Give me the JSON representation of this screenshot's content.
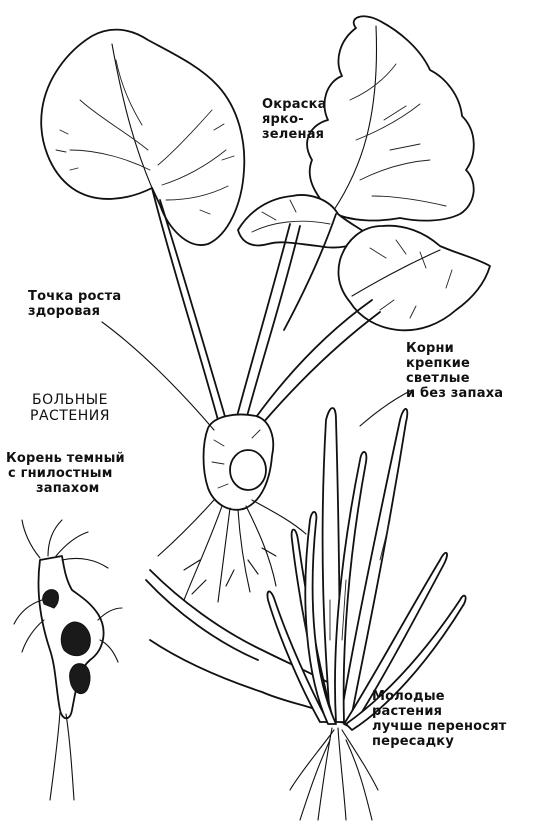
{
  "labels": {
    "leaf_color": [
      "Окраска",
      "ярко-",
      "зеленая"
    ],
    "growth_point": [
      "Точка роста",
      "здоровая"
    ],
    "roots_healthy": [
      "Корни",
      "крепкие",
      "светлые",
      "и без запаха"
    ],
    "sick_plants_heading": [
      "БОЛЬНЫЕ",
      "РАСТЕНИЯ"
    ],
    "root_dark": [
      "Корень темный",
      "с гнилостным",
      "запахом"
    ],
    "young_plants": [
      "Молодые",
      "растения",
      "лучше переносят",
      "пересадку"
    ]
  },
  "colors": {
    "ink": "#111111",
    "paper": "#ffffff"
  }
}
